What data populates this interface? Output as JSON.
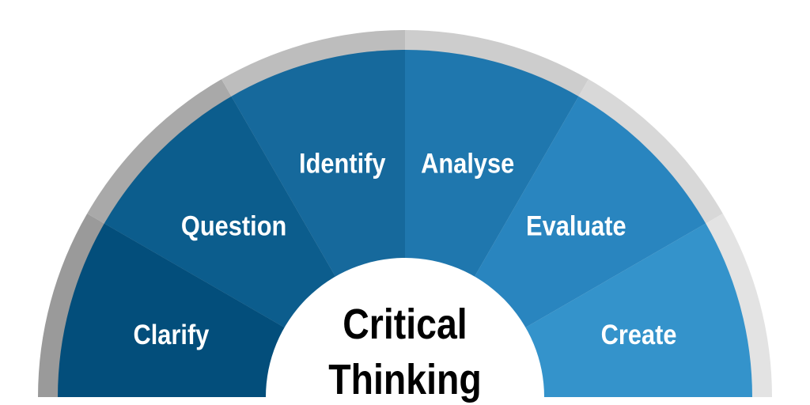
{
  "center_title": {
    "line1": "Critical",
    "line2": "Thinking"
  },
  "segments": [
    {
      "label": "Clarify",
      "color": "#034e7b",
      "ring": "#9a9a9a"
    },
    {
      "label": "Question",
      "color": "#0c5d8d",
      "ring": "#a9a9a9"
    },
    {
      "label": "Identify",
      "color": "#16699c",
      "ring": "#bdbdbd"
    },
    {
      "label": "Analyse",
      "color": "#1f77ae",
      "ring": "#cdcdcd"
    },
    {
      "label": "Evaluate",
      "color": "#2985bf",
      "ring": "#d8d8d8"
    },
    {
      "label": "Create",
      "color": "#3493cb",
      "ring": "#e3e3e3"
    }
  ]
}
